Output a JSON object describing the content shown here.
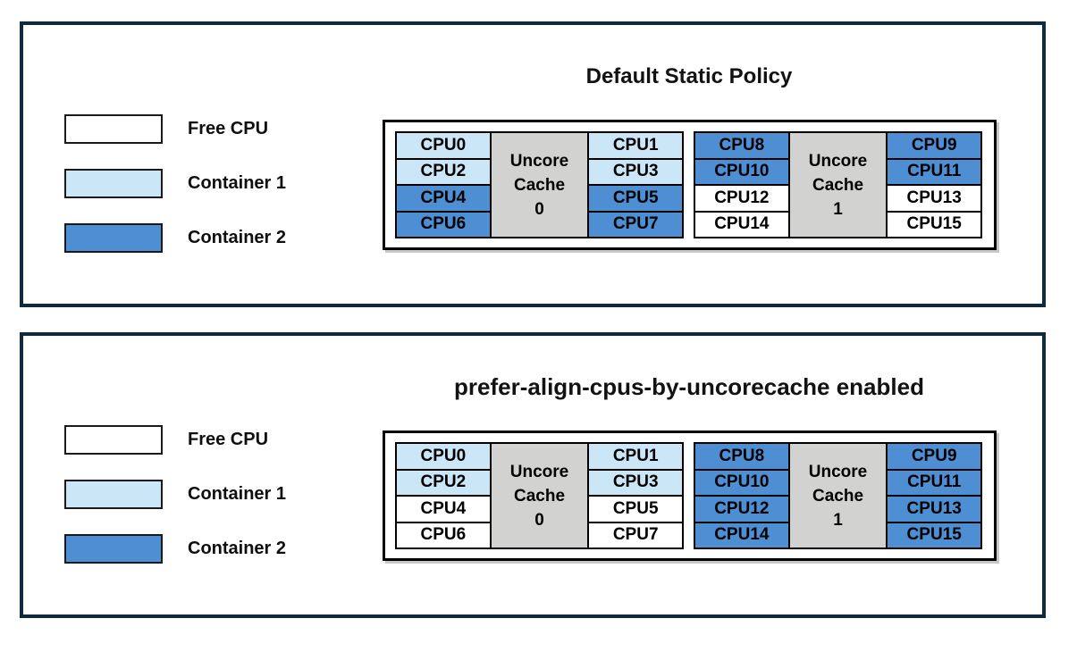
{
  "colors": {
    "free_cpu": "#ffffff",
    "container1": "#cbe6f7",
    "container2": "#4e8ed3",
    "uncore_cache_fill": "#d2d2d0",
    "panel_border": "#0e2a3c",
    "cell_border": "#000000"
  },
  "legend": [
    {
      "label": "Free CPU",
      "type": "free"
    },
    {
      "label": "Container 1",
      "type": "container1"
    },
    {
      "label": "Container 2",
      "type": "container2"
    }
  ],
  "panels": [
    {
      "title": "Default Static Policy",
      "groups": [
        {
          "cache_label": [
            "Uncore",
            "Cache",
            "0"
          ],
          "left": [
            {
              "label": "CPU0",
              "state": "container1"
            },
            {
              "label": "CPU2",
              "state": "container1"
            },
            {
              "label": "CPU4",
              "state": "container2"
            },
            {
              "label": "CPU6",
              "state": "container2"
            }
          ],
          "right": [
            {
              "label": "CPU1",
              "state": "container1"
            },
            {
              "label": "CPU3",
              "state": "container1"
            },
            {
              "label": "CPU5",
              "state": "container2"
            },
            {
              "label": "CPU7",
              "state": "container2"
            }
          ]
        },
        {
          "cache_label": [
            "Uncore",
            "Cache",
            "1"
          ],
          "left": [
            {
              "label": "CPU8",
              "state": "container2"
            },
            {
              "label": "CPU10",
              "state": "container2"
            },
            {
              "label": "CPU12",
              "state": "free"
            },
            {
              "label": "CPU14",
              "state": "free"
            }
          ],
          "right": [
            {
              "label": "CPU9",
              "state": "container2"
            },
            {
              "label": "CPU11",
              "state": "container2"
            },
            {
              "label": "CPU13",
              "state": "free"
            },
            {
              "label": "CPU15",
              "state": "free"
            }
          ]
        }
      ]
    },
    {
      "title": "prefer-align-cpus-by-uncorecache enabled",
      "groups": [
        {
          "cache_label": [
            "Uncore",
            "Cache",
            "0"
          ],
          "left": [
            {
              "label": "CPU0",
              "state": "container1"
            },
            {
              "label": "CPU2",
              "state": "container1"
            },
            {
              "label": "CPU4",
              "state": "free"
            },
            {
              "label": "CPU6",
              "state": "free"
            }
          ],
          "right": [
            {
              "label": "CPU1",
              "state": "container1"
            },
            {
              "label": "CPU3",
              "state": "container1"
            },
            {
              "label": "CPU5",
              "state": "free"
            },
            {
              "label": "CPU7",
              "state": "free"
            }
          ]
        },
        {
          "cache_label": [
            "Uncore",
            "Cache",
            "1"
          ],
          "left": [
            {
              "label": "CPU8",
              "state": "container2"
            },
            {
              "label": "CPU10",
              "state": "container2"
            },
            {
              "label": "CPU12",
              "state": "container2"
            },
            {
              "label": "CPU14",
              "state": "container2"
            }
          ],
          "right": [
            {
              "label": "CPU9",
              "state": "container2"
            },
            {
              "label": "CPU11",
              "state": "container2"
            },
            {
              "label": "CPU13",
              "state": "container2"
            },
            {
              "label": "CPU15",
              "state": "container2"
            }
          ]
        }
      ]
    }
  ]
}
